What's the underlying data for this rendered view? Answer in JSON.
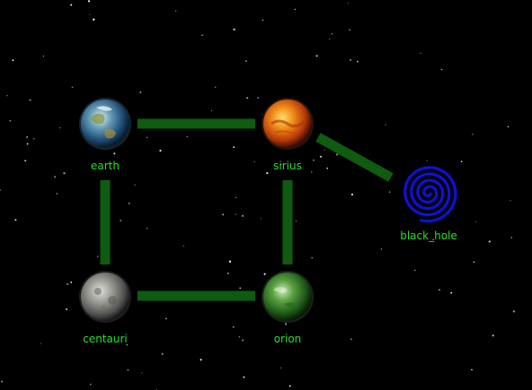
{
  "colors": {
    "background": "#000000",
    "link": "#0f5b0f",
    "label": "#2adf2a",
    "spiral": "#1010d8"
  },
  "nodes": [
    {
      "id": "earth",
      "label": "earth",
      "icon": "earth-planet-icon"
    },
    {
      "id": "sirius",
      "label": "sirius",
      "icon": "sirius-planet-icon"
    },
    {
      "id": "black_hole",
      "label": "black_hole",
      "icon": "black-hole-spiral-icon"
    },
    {
      "id": "centauri",
      "label": "centauri",
      "icon": "centauri-planet-icon"
    },
    {
      "id": "orion",
      "label": "orion",
      "icon": "orion-planet-icon"
    }
  ],
  "links": [
    {
      "from": "earth",
      "to": "sirius"
    },
    {
      "from": "earth",
      "to": "centauri"
    },
    {
      "from": "sirius",
      "to": "orion"
    },
    {
      "from": "sirius",
      "to": "black_hole"
    },
    {
      "from": "centauri",
      "to": "orion"
    }
  ]
}
